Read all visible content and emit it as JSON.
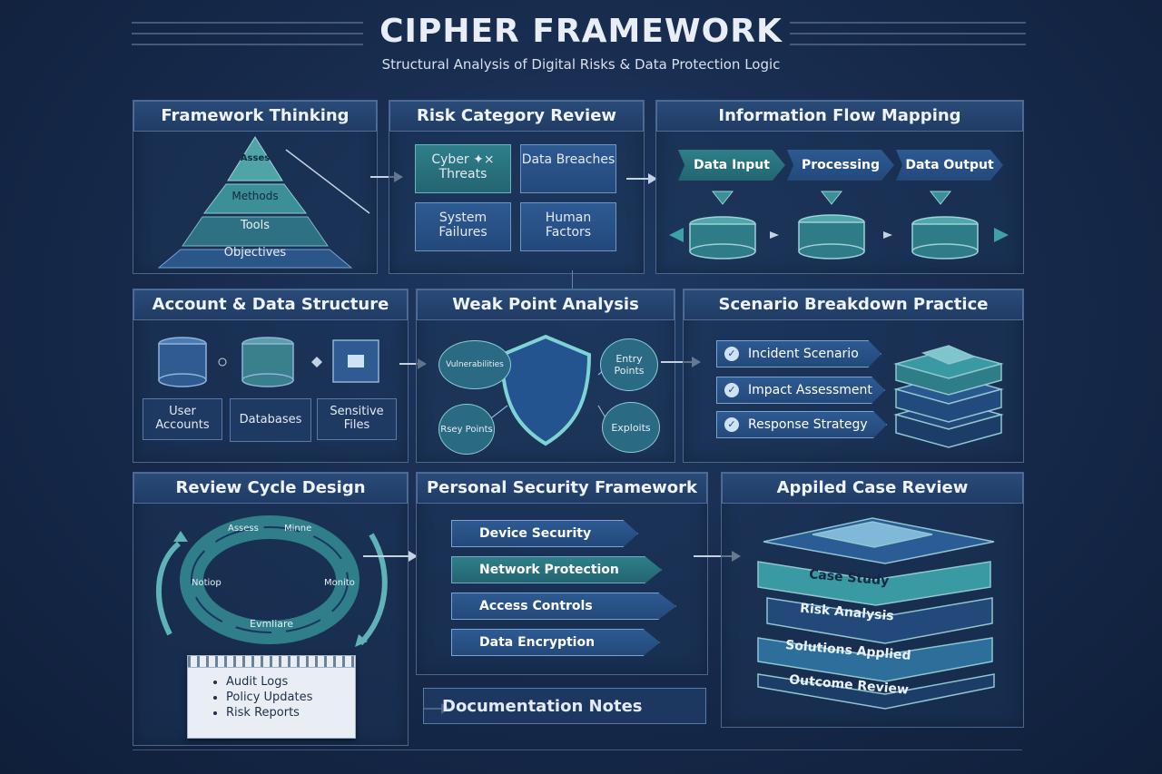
{
  "header": {
    "title": "CIPHER FRAMEWORK",
    "subtitle": "Structural Analysis of Digital Risks & Data Protection Logic"
  },
  "panels": {
    "framework_thinking": {
      "title": "Framework Thinking",
      "levels": [
        "Asses",
        "Methods",
        "Tools",
        "Objectives"
      ]
    },
    "risk_category_review": {
      "title": "Risk Category Review",
      "cells": [
        "Cyber ✦⨯ Threats",
        "Data Breaches",
        "System Failures",
        "Human Factors"
      ]
    },
    "information_flow_mapping": {
      "title": "Information Flow Mapping",
      "steps": [
        "Data Input",
        "Processing",
        "Data Output"
      ]
    },
    "account_data_structure": {
      "title": "Account & Data Structure",
      "items": [
        "User Accounts",
        "Databases",
        "Sensitive Files"
      ]
    },
    "weak_point_analysis": {
      "title": "Weak Point Analysis",
      "bubbles": [
        "Vulnerabilities",
        "Entry Points",
        "Rsey Points",
        "Exploits"
      ]
    },
    "scenario_breakdown": {
      "title": "Scenario Breakdown Practice",
      "items": [
        "Incident Scenario",
        "Impact Assessment",
        "Response Strategy"
      ]
    },
    "review_cycle_design": {
      "title": "Review Cycle Design",
      "segments": [
        "Assess",
        "Minne",
        "Monito",
        "Evmliare",
        "Notiop"
      ]
    },
    "personal_security": {
      "title": "Personal Security Framework",
      "items": [
        "Device Security",
        "Network Protection",
        "Access Controls",
        "Data Encryption"
      ]
    },
    "applied_case_review": {
      "title": "Appiled Case Review",
      "layers": [
        "Case Study",
        "Risk Analysis",
        "Solutions Applied",
        "Outcome Review"
      ]
    },
    "documentation": {
      "title": "Documentation Notes",
      "notes": [
        "Audit Logs",
        "Policy Updates",
        "Risk Reports"
      ]
    }
  },
  "colors": {
    "teal": "#2e7f8a",
    "blue": "#2d5a92",
    "bg": "#16294a"
  }
}
